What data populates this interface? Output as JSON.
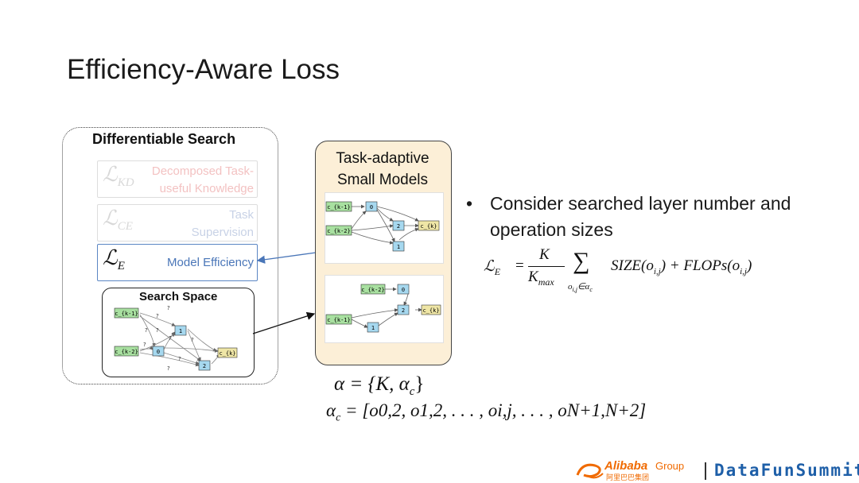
{
  "slide": {
    "title": "Efficiency-Aware Loss"
  },
  "search": {
    "title": "Differentiable Search",
    "losses": [
      {
        "symbol": "ℒ",
        "sub": "KD",
        "label_line1": "Decomposed Task-",
        "label_line2": "useful Knowledge"
      },
      {
        "symbol": "ℒ",
        "sub": "CE",
        "label_line1": "Task",
        "label_line2": "Supervision"
      },
      {
        "symbol": "ℒ",
        "sub": "E",
        "label_line1": "Model Efficiency"
      }
    ],
    "space_title": "Search Space"
  },
  "task_models": {
    "title_line1": "Task-adaptive",
    "title_line2": "Small Models"
  },
  "graph_labels": {
    "ck1": "c_{k-1}",
    "ck2": "c_{k-2}",
    "ck": "c_{k}",
    "n0": "0",
    "n1": "1",
    "n2": "2",
    "q": "?"
  },
  "bullet": {
    "text": "Consider searched layer number and operation sizes"
  },
  "formula": {
    "lhs": "ℒ",
    "lhs_sub": "E",
    "frac_num": "K",
    "frac_den": "K",
    "frac_den_sub": "max",
    "sum_sub": "o",
    "sum_sub_idx": "i,j",
    "sum_sub_rest": "∈α",
    "sum_sub_c": "c",
    "term": "SIZE(o",
    "term2": "FLOPs(o",
    "idx": "i,j"
  },
  "alpha": {
    "line1": "α = {K, α",
    "line1_sub": "c",
    "line1_end": "}",
    "line2": "α",
    "line2_sub": "c",
    "line2_rest": "= [o0,2, o1,2, . . . , oi,j, . . . , oN+1,N+2]"
  },
  "footer": {
    "brand": "Alibaba",
    "brand_suffix": "Group",
    "brand_cn": "阿里巴巴集团",
    "event": "DataFunSummit"
  },
  "colors": {
    "node_green": "#a8e0a0",
    "node_blue": "#a6d8ef",
    "node_yellow": "#efe6a6",
    "accent_blue": "#4a76b8",
    "brand_orange": "#f06a00",
    "event_blue": "#1e5fa8"
  }
}
